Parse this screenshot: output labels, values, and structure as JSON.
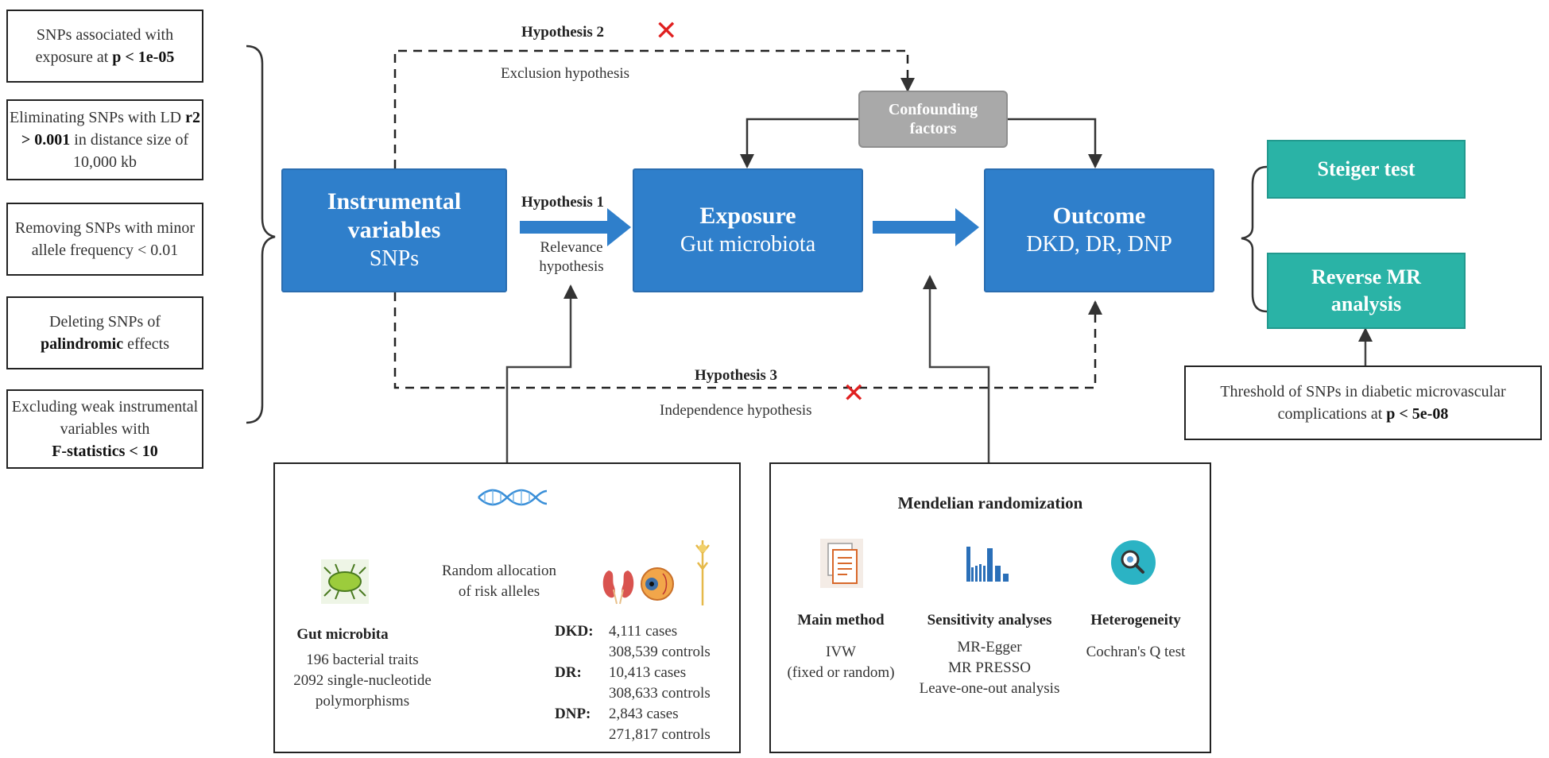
{
  "criteria": [
    {
      "pre": "SNPs associated with",
      "mid": "exposure at ",
      "bold": "p < 1e-05",
      "post": ""
    },
    {
      "pre": "Eliminating SNPs with LD ",
      "bold1": "r2",
      "bold2": "> 0.001",
      "post": " in distance size of",
      "last": "10,000 kb"
    },
    {
      "line1": "Removing SNPs with minor",
      "line2": "allele frequency < 0.01"
    },
    {
      "line1": "Deleting SNPs of",
      "bold": "palindromic",
      "post": " effects"
    },
    {
      "line1": "Excluding weak instrumental",
      "line2": "variables with",
      "bold": "F-statistics < 10"
    }
  ],
  "nodes": {
    "iv": {
      "title_line1": "Instrumental",
      "title_line2": "variables",
      "sub": "SNPs"
    },
    "exposure": {
      "title": "Exposure",
      "sub": "Gut microbiota"
    },
    "outcome": {
      "title": "Outcome",
      "sub": "DKD, DR, DNP"
    },
    "confounding": {
      "line1": "Confounding",
      "line2": "factors"
    }
  },
  "hypotheses": {
    "h1": {
      "title": "Hypothesis 1",
      "line1": "Relevance",
      "line2": "hypothesis"
    },
    "h2": {
      "title": "Hypothesis 2",
      "desc": "Exclusion hypothesis"
    },
    "h3": {
      "title": "Hypothesis 3",
      "desc": "Independence hypothesis"
    },
    "cross": "✕"
  },
  "right": {
    "steiger": "Steiger test",
    "reverse_line1": "Reverse MR",
    "reverse_line2": "analysis",
    "threshold_line1": "Threshold of SNPs in diabetic microvascular",
    "threshold_line2": "complications at ",
    "threshold_bold": "p < 5e-08"
  },
  "panel_left": {
    "random_line1": "Random allocation",
    "random_line2": "of risk alleles",
    "gut_title": "Gut microbita",
    "gut_line1": "196 bacterial traits",
    "gut_line2": "2092 single-nucleotide",
    "gut_line3": "polymorphisms",
    "dkd_label": "DKD:",
    "dkd_cases": "4,111 cases",
    "dkd_controls": "308,539 controls",
    "dr_label": "DR:",
    "dr_cases": "10,413 cases",
    "dr_controls": "308,633 controls",
    "dnp_label": "DNP:",
    "dnp_cases": "2,843 cases",
    "dnp_controls": "271,817 controls",
    "icons": [
      "dna-icon",
      "bacteria-icon",
      "kidney-icon",
      "eye-icon",
      "nerve-icon"
    ]
  },
  "panel_right": {
    "title": "Mendelian randomization",
    "main_title": "Main method",
    "main_line1": "IVW",
    "main_line2": "(fixed or random)",
    "sens_title": "Sensitivity analyses",
    "sens_line1": "MR-Egger",
    "sens_line2": "MR PRESSO",
    "sens_line3": "Leave-one-out analysis",
    "het_title": "Heterogeneity",
    "het_line1": "Cochran's Q test",
    "icons": [
      "document-icon",
      "bar-chart-icon",
      "magnifier-icon"
    ]
  },
  "colors": {
    "blue": "#2f7fcb",
    "teal": "#2ab3a6",
    "grey": "#a9a9a9",
    "cross": "#e02020"
  }
}
